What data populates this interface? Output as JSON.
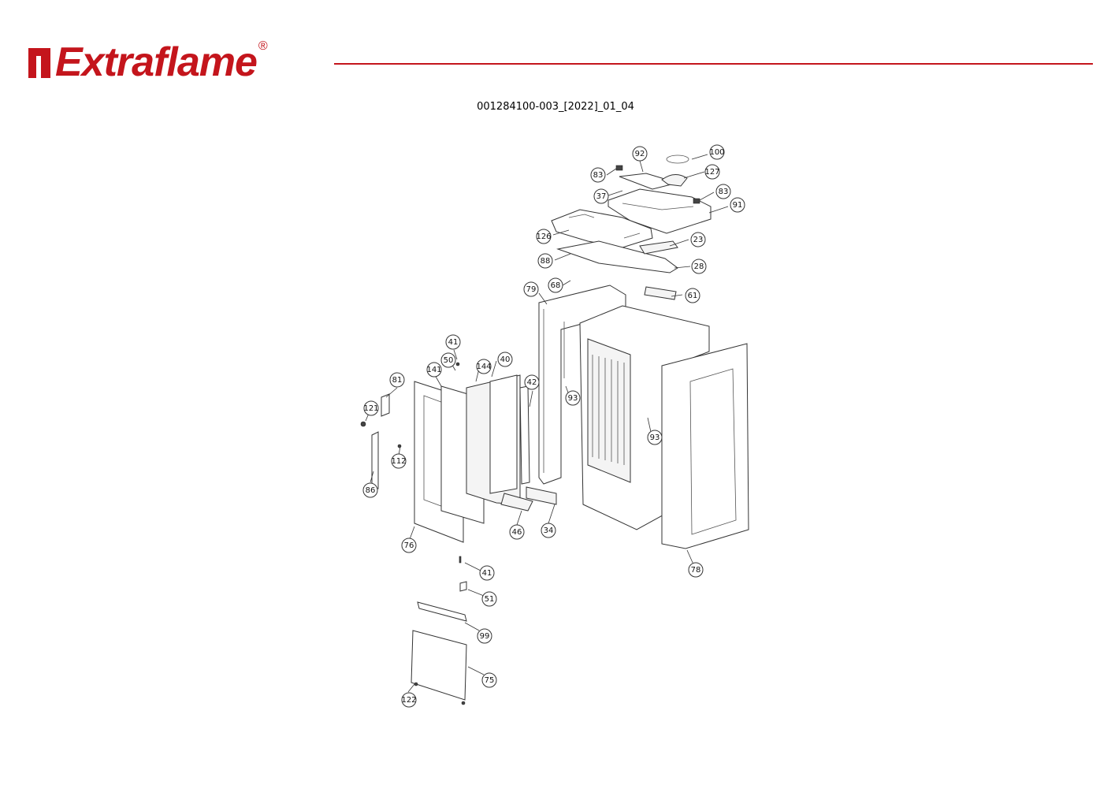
{
  "brand": {
    "name": "Extraflame",
    "registered": "®",
    "color": "#c4151c"
  },
  "document": {
    "code": "001284100-003_[2022]_01_04"
  },
  "callouts": [
    "92",
    "100",
    "83",
    "127",
    "37",
    "83",
    "91",
    "126",
    "23",
    "88",
    "28",
    "68",
    "79",
    "61",
    "41",
    "40",
    "50",
    "144",
    "141",
    "81",
    "42",
    "93",
    "121",
    "93",
    "112",
    "86",
    "46",
    "34",
    "76",
    "78",
    "41",
    "51",
    "99",
    "75",
    "122"
  ]
}
